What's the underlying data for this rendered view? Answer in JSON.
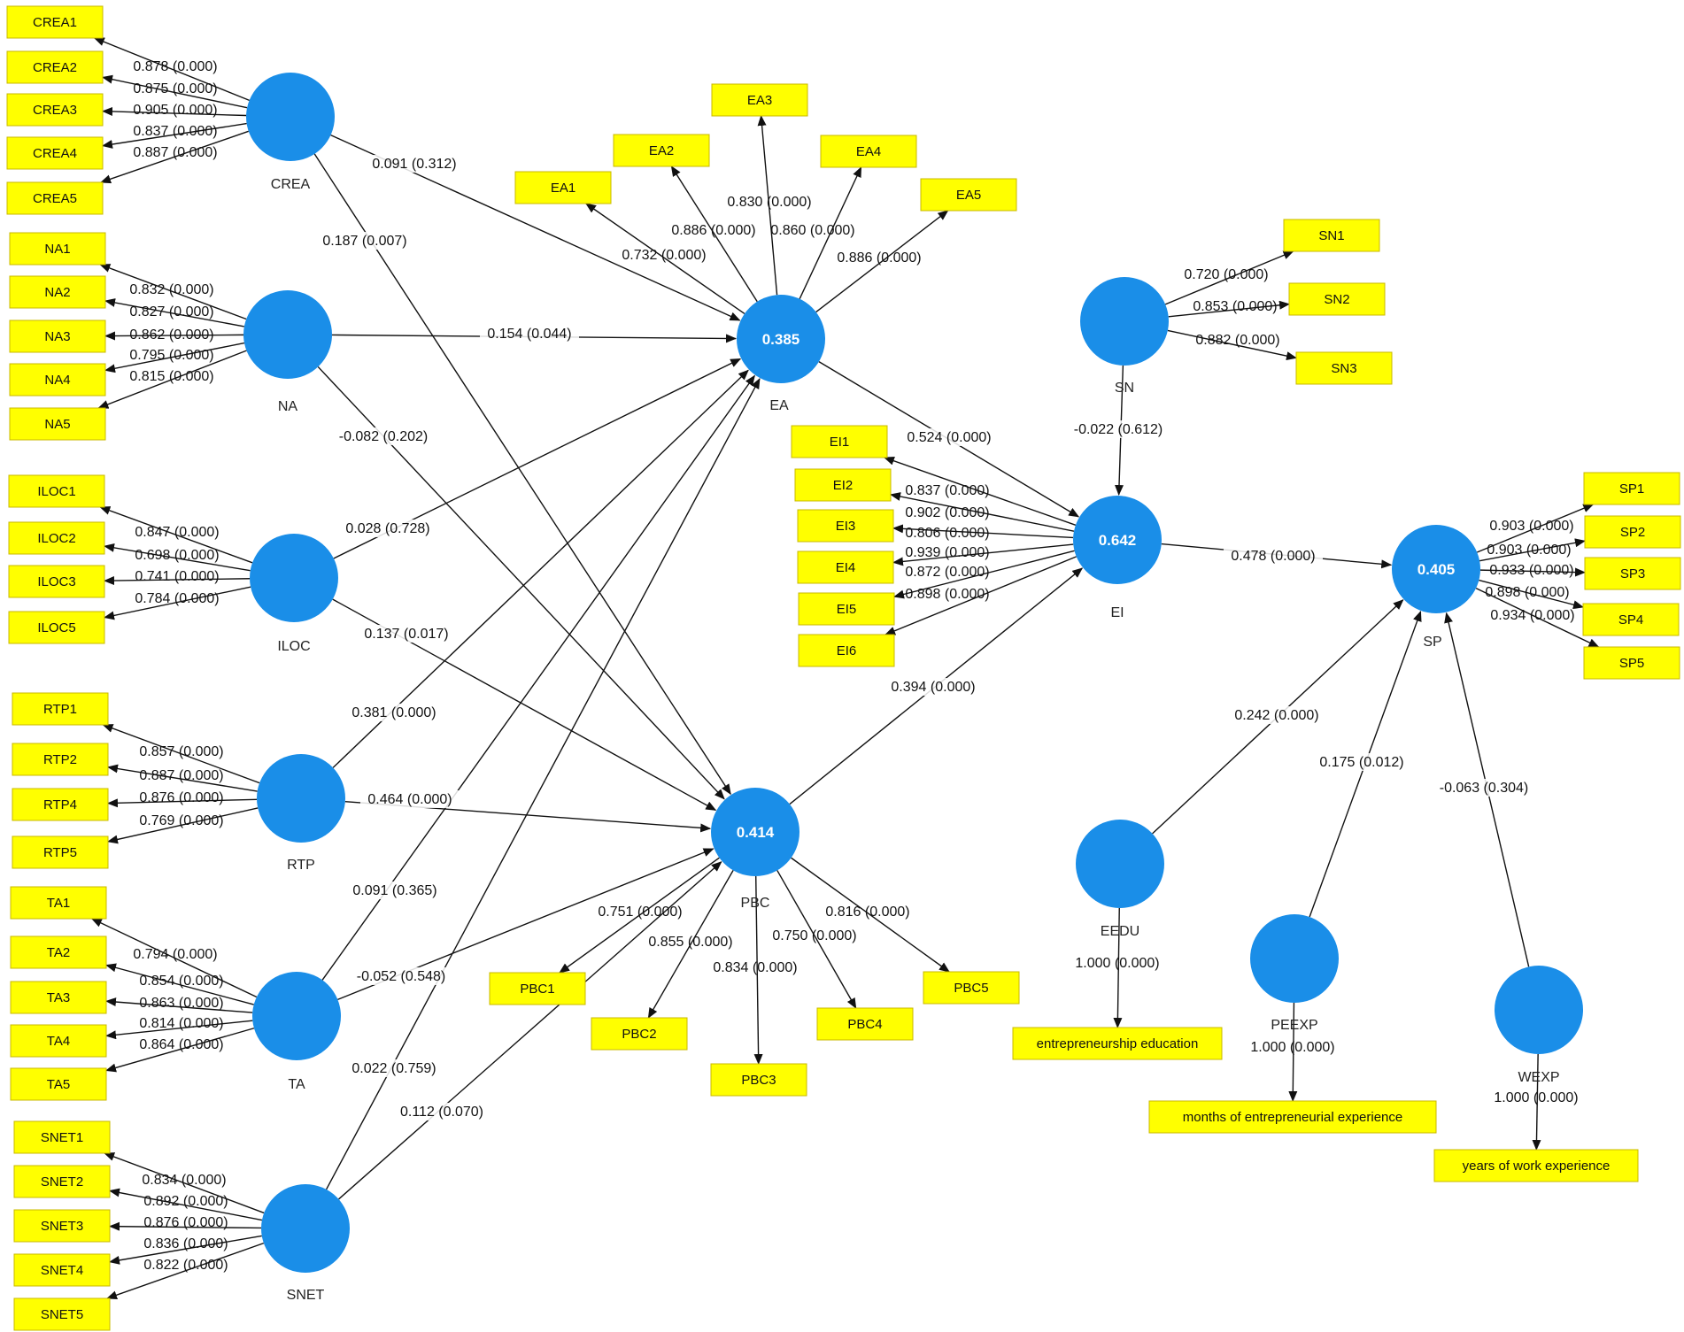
{
  "colors": {
    "construct": "#1a8ee8",
    "indicator_fill": "#ffff00",
    "indicator_border": "#c8b800",
    "line": "#111111"
  },
  "constructs": [
    {
      "id": "CREA",
      "label": "CREA",
      "r2": ""
    },
    {
      "id": "NA",
      "label": "NA",
      "r2": ""
    },
    {
      "id": "ILOC",
      "label": "ILOC",
      "r2": ""
    },
    {
      "id": "RTP",
      "label": "RTP",
      "r2": ""
    },
    {
      "id": "TA",
      "label": "TA",
      "r2": ""
    },
    {
      "id": "SNET",
      "label": "SNET",
      "r2": ""
    },
    {
      "id": "EA",
      "label": "EA",
      "r2": "0.385"
    },
    {
      "id": "PBC",
      "label": "PBC",
      "r2": "0.414"
    },
    {
      "id": "SN",
      "label": "SN",
      "r2": ""
    },
    {
      "id": "EI",
      "label": "EI",
      "r2": "0.642"
    },
    {
      "id": "SP",
      "label": "SP",
      "r2": "0.405"
    },
    {
      "id": "EEDU",
      "label": "EEDU",
      "r2": ""
    },
    {
      "id": "PEEXP",
      "label": "PEEXP",
      "r2": ""
    },
    {
      "id": "WEXP",
      "label": "WEXP",
      "r2": ""
    }
  ],
  "indicators": [
    {
      "id": "CREA1",
      "label": "CREA1",
      "construct": "CREA",
      "loading": "0.878 (0.000)"
    },
    {
      "id": "CREA2",
      "label": "CREA2",
      "construct": "CREA",
      "loading": "0.875 (0.000)"
    },
    {
      "id": "CREA3",
      "label": "CREA3",
      "construct": "CREA",
      "loading": "0.905 (0.000)"
    },
    {
      "id": "CREA4",
      "label": "CREA4",
      "construct": "CREA",
      "loading": "0.837 (0.000)"
    },
    {
      "id": "CREA5",
      "label": "CREA5",
      "construct": "CREA",
      "loading": "0.887 (0.000)"
    },
    {
      "id": "NA1",
      "label": "NA1",
      "construct": "NA",
      "loading": "0.832 (0.000)"
    },
    {
      "id": "NA2",
      "label": "NA2",
      "construct": "NA",
      "loading": "0.827 (0.000)"
    },
    {
      "id": "NA3",
      "label": "NA3",
      "construct": "NA",
      "loading": "0.862 (0.000)"
    },
    {
      "id": "NA4",
      "label": "NA4",
      "construct": "NA",
      "loading": "0.795 (0.000)"
    },
    {
      "id": "NA5",
      "label": "NA5",
      "construct": "NA",
      "loading": "0.815 (0.000)"
    },
    {
      "id": "ILOC1",
      "label": "ILOC1",
      "construct": "ILOC",
      "loading": "0.847 (0.000)"
    },
    {
      "id": "ILOC2",
      "label": "ILOC2",
      "construct": "ILOC",
      "loading": "0.698 (0.000)"
    },
    {
      "id": "ILOC3",
      "label": "ILOC3",
      "construct": "ILOC",
      "loading": "0.741 (0.000)"
    },
    {
      "id": "ILOC5",
      "label": "ILOC5",
      "construct": "ILOC",
      "loading": "0.784 (0.000)"
    },
    {
      "id": "RTP1",
      "label": "RTP1",
      "construct": "RTP",
      "loading": "0.857 (0.000)"
    },
    {
      "id": "RTP2",
      "label": "RTP2",
      "construct": "RTP",
      "loading": "0.887 (0.000)"
    },
    {
      "id": "RTP4",
      "label": "RTP4",
      "construct": "RTP",
      "loading": "0.876 (0.000)"
    },
    {
      "id": "RTP5",
      "label": "RTP5",
      "construct": "RTP",
      "loading": "0.769 (0.000)"
    },
    {
      "id": "TA1",
      "label": "TA1",
      "construct": "TA",
      "loading": "0.794 (0.000)"
    },
    {
      "id": "TA2",
      "label": "TA2",
      "construct": "TA",
      "loading": "0.854 (0.000)"
    },
    {
      "id": "TA3",
      "label": "TA3",
      "construct": "TA",
      "loading": "0.863 (0.000)"
    },
    {
      "id": "TA4",
      "label": "TA4",
      "construct": "TA",
      "loading": "0.814 (0.000)"
    },
    {
      "id": "TA5",
      "label": "TA5",
      "construct": "TA",
      "loading": "0.864 (0.000)"
    },
    {
      "id": "SNET1",
      "label": "SNET1",
      "construct": "SNET",
      "loading": "0.834 (0.000)"
    },
    {
      "id": "SNET2",
      "label": "SNET2",
      "construct": "SNET",
      "loading": "0.892 (0.000)"
    },
    {
      "id": "SNET3",
      "label": "SNET3",
      "construct": "SNET",
      "loading": "0.876 (0.000)"
    },
    {
      "id": "SNET4",
      "label": "SNET4",
      "construct": "SNET",
      "loading": "0.836 (0.000)"
    },
    {
      "id": "SNET5",
      "label": "SNET5",
      "construct": "SNET",
      "loading": "0.822 (0.000)"
    },
    {
      "id": "EA1",
      "label": "EA1",
      "construct": "EA",
      "loading": "0.732 (0.000)"
    },
    {
      "id": "EA2",
      "label": "EA2",
      "construct": "EA",
      "loading": "0.886 (0.000)"
    },
    {
      "id": "EA3",
      "label": "EA3",
      "construct": "EA",
      "loading": "0.830 (0.000)"
    },
    {
      "id": "EA4",
      "label": "EA4",
      "construct": "EA",
      "loading": "0.860 (0.000)"
    },
    {
      "id": "EA5",
      "label": "EA5",
      "construct": "EA",
      "loading": "0.886 (0.000)"
    },
    {
      "id": "SN1",
      "label": "SN1",
      "construct": "SN",
      "loading": "0.720 (0.000)"
    },
    {
      "id": "SN2",
      "label": "SN2",
      "construct": "SN",
      "loading": "0.853 (0.000)"
    },
    {
      "id": "SN3",
      "label": "SN3",
      "construct": "SN",
      "loading": "0.882 (0.000)"
    },
    {
      "id": "EI1",
      "label": "EI1",
      "construct": "EI",
      "loading": "0.837 (0.000)"
    },
    {
      "id": "EI2",
      "label": "EI2",
      "construct": "EI",
      "loading": "0.902 (0.000)"
    },
    {
      "id": "EI3",
      "label": "EI3",
      "construct": "EI",
      "loading": "0.806 (0.000)"
    },
    {
      "id": "EI4",
      "label": "EI4",
      "construct": "EI",
      "loading": "0.939 (0.000)"
    },
    {
      "id": "EI5",
      "label": "EI5",
      "construct": "EI",
      "loading": "0.872 (0.000)"
    },
    {
      "id": "EI6",
      "label": "EI6",
      "construct": "EI",
      "loading": "0.898 (0.000)"
    },
    {
      "id": "SP1",
      "label": "SP1",
      "construct": "SP",
      "loading": "0.903 (0.000)"
    },
    {
      "id": "SP2",
      "label": "SP2",
      "construct": "SP",
      "loading": "0.903 (0.000)"
    },
    {
      "id": "SP3",
      "label": "SP3",
      "construct": "SP",
      "loading": "0.933 (0.000)"
    },
    {
      "id": "SP4",
      "label": "SP4",
      "construct": "SP",
      "loading": "0.898 (0.000)"
    },
    {
      "id": "SP5",
      "label": "SP5",
      "construct": "SP",
      "loading": "0.934 (0.000)"
    },
    {
      "id": "PBC1",
      "label": "PBC1",
      "construct": "PBC",
      "loading": "0.751 (0.000)"
    },
    {
      "id": "PBC2",
      "label": "PBC2",
      "construct": "PBC",
      "loading": "0.855 (0.000)"
    },
    {
      "id": "PBC3",
      "label": "PBC3",
      "construct": "PBC",
      "loading": "0.834 (0.000)"
    },
    {
      "id": "PBC4",
      "label": "PBC4",
      "construct": "PBC",
      "loading": "0.750 (0.000)"
    },
    {
      "id": "PBC5",
      "label": "PBC5",
      "construct": "PBC",
      "loading": "0.816 (0.000)"
    },
    {
      "id": "EEDU_ind",
      "label": "entrepreneurship education",
      "construct": "EEDU",
      "loading": "1.000 (0.000)"
    },
    {
      "id": "PEEXP_ind",
      "label": "months of entrepreneurial experience",
      "construct": "PEEXP",
      "loading": "1.000 (0.000)"
    },
    {
      "id": "WEXP_ind",
      "label": "years of work experience",
      "construct": "WEXP",
      "loading": "1.000 (0.000)"
    }
  ],
  "paths": [
    {
      "from": "CREA",
      "to": "EA",
      "coef": "0.091 (0.312)"
    },
    {
      "from": "CREA",
      "to": "PBC",
      "coef": "0.187 (0.007)"
    },
    {
      "from": "NA",
      "to": "EA",
      "coef": "0.154 (0.044)"
    },
    {
      "from": "NA",
      "to": "PBC",
      "coef": "-0.082 (0.202)"
    },
    {
      "from": "ILOC",
      "to": "EA",
      "coef": "0.028 (0.728)"
    },
    {
      "from": "ILOC",
      "to": "PBC",
      "coef": "0.137 (0.017)"
    },
    {
      "from": "RTP",
      "to": "EA",
      "coef": "0.381 (0.000)"
    },
    {
      "from": "RTP",
      "to": "PBC",
      "coef": "0.464 (0.000)"
    },
    {
      "from": "TA",
      "to": "EA",
      "coef": "0.091 (0.365)"
    },
    {
      "from": "TA",
      "to": "PBC",
      "coef": "-0.052 (0.548)"
    },
    {
      "from": "SNET",
      "to": "EA",
      "coef": "0.022 (0.759)"
    },
    {
      "from": "SNET",
      "to": "PBC",
      "coef": "0.112 (0.070)"
    },
    {
      "from": "EA",
      "to": "EI",
      "coef": "0.524 (0.000)"
    },
    {
      "from": "PBC",
      "to": "EI",
      "coef": "0.394 (0.000)"
    },
    {
      "from": "SN",
      "to": "EI",
      "coef": "-0.022 (0.612)"
    },
    {
      "from": "EI",
      "to": "SP",
      "coef": "0.478 (0.000)"
    },
    {
      "from": "EEDU",
      "to": "SP",
      "coef": "0.242 (0.000)"
    },
    {
      "from": "PEEXP",
      "to": "SP",
      "coef": "0.175 (0.012)"
    },
    {
      "from": "WEXP",
      "to": "SP",
      "coef": "-0.063 (0.304)"
    }
  ]
}
